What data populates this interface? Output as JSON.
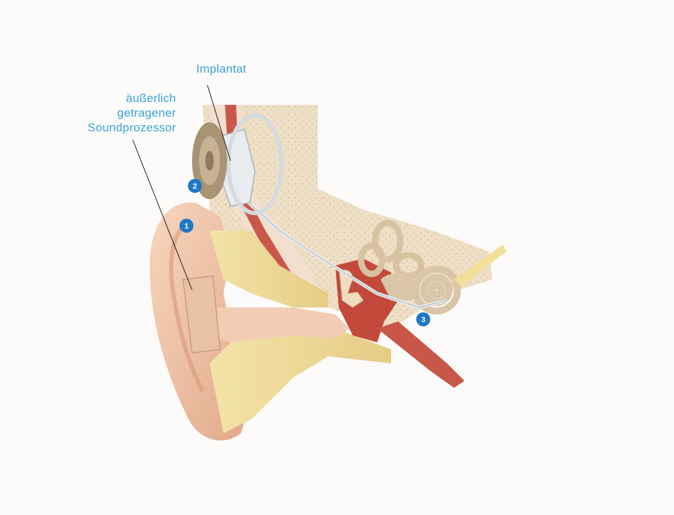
{
  "labels": {
    "implant": "Implantat",
    "processor_line1": "äußerlich",
    "processor_line2": "getragener",
    "processor_line3": "Soundprozessor"
  },
  "markers": [
    "1",
    "2",
    "3"
  ],
  "colors": {
    "label_blue": "#3aa3d8",
    "badge_blue": "#1f78c8",
    "skin": "#f0c7a8",
    "bone": "#f1dfa0",
    "tissue_red": "#c9584b",
    "cochlea": "#d9c6a8"
  }
}
